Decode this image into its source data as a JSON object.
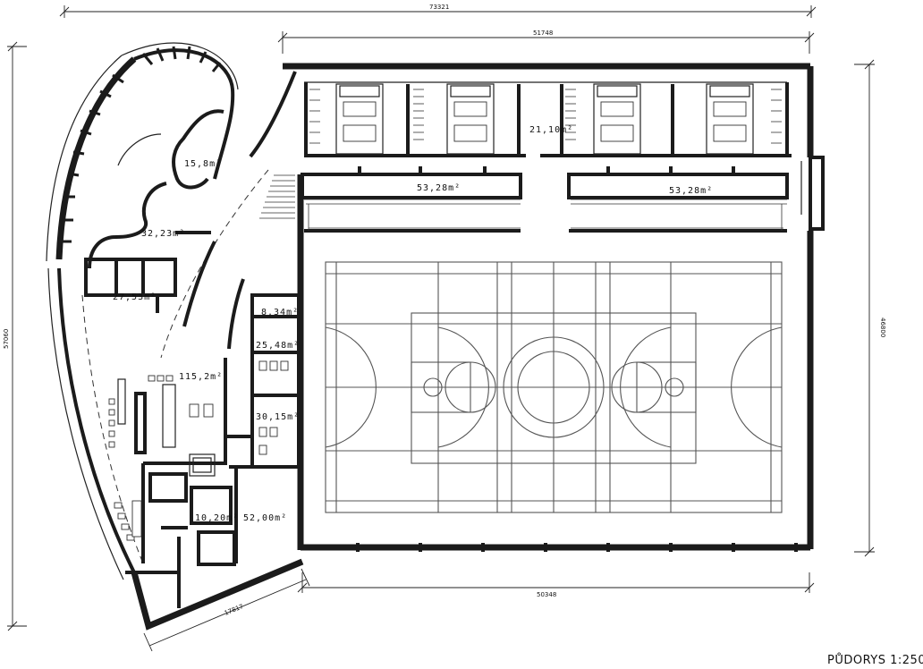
{
  "drawing": {
    "title": "PŮDORYS 1:250"
  },
  "dimensions": {
    "overall_width": "73321",
    "hall_width": "51748",
    "left_height": "57060",
    "right_height": "46800",
    "court_bottom": "50348",
    "wing_bottom": "17817"
  },
  "rooms": {
    "corridor_top": "21,10m²",
    "storage_left": "53,28m²",
    "storage_right": "53,28m²",
    "room_15": "15,8m²",
    "room_32": "32,23m²",
    "room_27": "27,53m²",
    "room_8": "8,34m²",
    "room_25": "25,48m²",
    "foyer": "115,2m²",
    "room_30": "30,15m²",
    "room_10": "10,20m²",
    "room_52": "52,00m²"
  }
}
